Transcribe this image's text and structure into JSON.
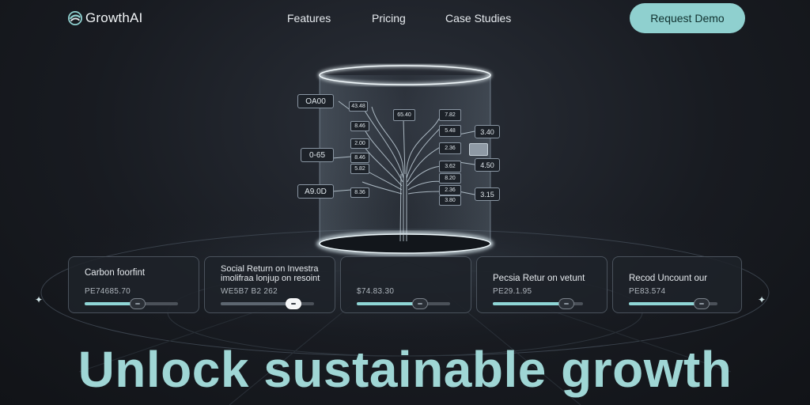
{
  "brand": {
    "name": "GrowthAI",
    "logo_icon": "growth-logo-icon"
  },
  "nav": {
    "links": [
      "Features",
      "Pricing",
      "Case Studies"
    ],
    "cta_label": "Request Demo"
  },
  "hero_visual": {
    "tags_left": [
      "OA00",
      "0-65",
      "A9.0D"
    ],
    "tags_inner_left": [
      "43.48",
      "8.46",
      "2.00",
      "8.46",
      "5.82",
      "8.36"
    ],
    "tag_center": "65.40",
    "tags_inner_right": [
      "7.82",
      "5.48",
      "2.36",
      "3.62",
      "8.20",
      "2.36",
      "3.80"
    ],
    "tags_right": [
      "3.40",
      "4.50",
      "3.15"
    ]
  },
  "cards": [
    {
      "title": "Carbon foorfint",
      "value": "PE74685.70",
      "progress": 0.57
    },
    {
      "title": "Social Return on Investra\nimolifraa lonjup on resoint",
      "value": "WE5B7 B2 262",
      "progress": 0.78
    },
    {
      "title": "",
      "value": "$74.83.30",
      "progress": 0.68
    },
    {
      "title": "Pecsia Retur on vetunt",
      "value": "PE29.1.95",
      "progress": 0.82
    },
    {
      "title": "Recod Uncount our",
      "value": "PE83.574",
      "progress": 0.82
    }
  ],
  "headline": "Unlock sustainable growth",
  "colors": {
    "accent": "#8fd0cf",
    "headline": "#9fd6d5",
    "background": "#181b21"
  }
}
